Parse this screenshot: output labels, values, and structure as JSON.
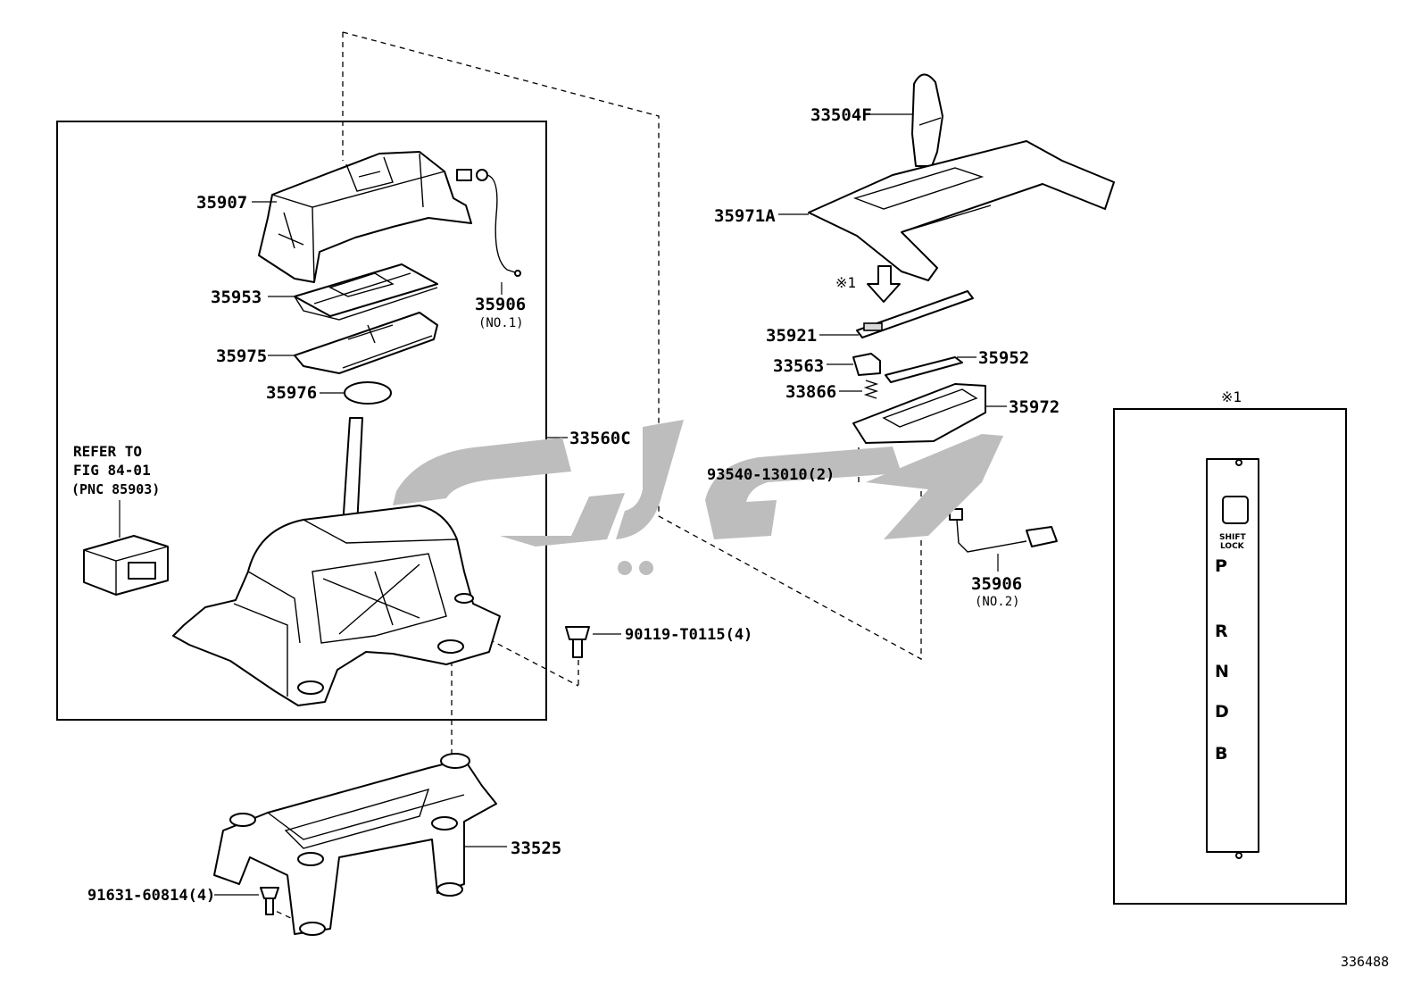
{
  "labels": {
    "p35907": "35907",
    "p35953": "35953",
    "p35975": "35975",
    "p35976": "35976",
    "p35906_no1": "35906",
    "no1": "(NO.1)",
    "p33560c": "33560C",
    "refer_line1": "REFER TO",
    "refer_line2": "FIG 84-01",
    "refer_line3": "(PNC 85903)",
    "p90119": "90119-T0115(4)",
    "p33525": "33525",
    "p91631": "91631-60814(4)",
    "p33504f": "33504F",
    "p35971a": "35971A",
    "ref_mark": "※1",
    "p35921": "35921",
    "p33563": "33563",
    "p35952": "35952",
    "p33866": "33866",
    "p35972": "35972",
    "p93540": "93540-13010(2)",
    "p35906_no2": "35906",
    "no2": "(NO.2)",
    "detail_mark": "※1",
    "shift_lock_1": "SHIFT",
    "shift_lock_2": "LOCK",
    "gear_p": "P",
    "gear_r": "R",
    "gear_n": "N",
    "gear_d": "D",
    "gear_b": "B",
    "diagram_number": "336488"
  },
  "icons": {
    "watermark": "logo-watermark",
    "arrow": "down-arrow-icon"
  },
  "colors": {
    "line": "#000000",
    "watermark": "#bdbdbd",
    "background": "#ffffff"
  }
}
